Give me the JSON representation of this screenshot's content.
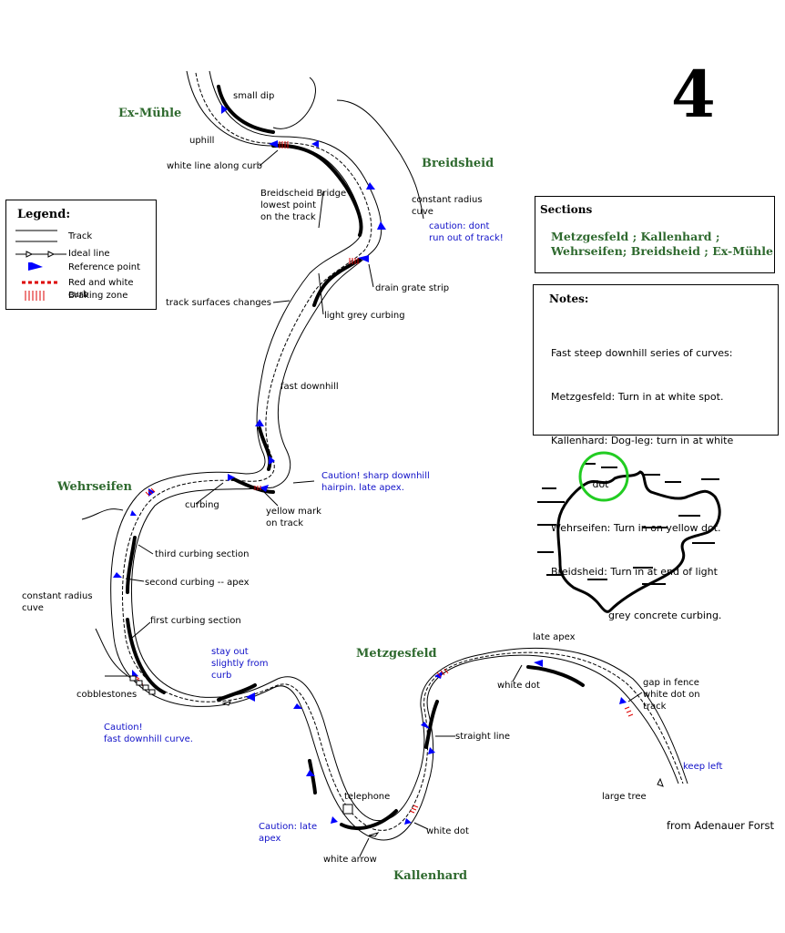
{
  "page_number": "4",
  "section_labels": {
    "ex_muhle": "Ex-Mühle",
    "breidsheid": "Breidsheid",
    "wehrseifen": "Wehrseifen",
    "metzgesfeld": "Metzgesfeld",
    "kallenhard": "Kallenhard"
  },
  "legend": {
    "title": "Legend:",
    "items": [
      {
        "symbol": "track-lines",
        "label": "Track"
      },
      {
        "symbol": "ideal-line",
        "label": "Ideal line"
      },
      {
        "symbol": "reference-point",
        "label": "Reference point"
      },
      {
        "symbol": "red-white-curb",
        "label": "Red and white curb"
      },
      {
        "symbol": "braking-zone",
        "label": "Braking zone"
      }
    ]
  },
  "sections_box": {
    "title": "Sections",
    "line1": "Metzgesfeld ; Kallenhard ;",
    "line2": "Wehrseifen; Breidsheid ; Ex-Mühle"
  },
  "notes": {
    "title": "Notes:",
    "lines": [
      "Fast steep downhill series of curves:",
      "Metzgesfeld: Turn in at white spot.",
      "Kallenhard: Dog-leg: turn in at white",
      "             dot",
      "Wehrseifen: Turn in on yellow dot.",
      "Breidsheid: Turn in at end of light",
      "                  grey concrete curbing."
    ]
  },
  "annotations": {
    "small_dip": "small dip",
    "uphill": "uphill",
    "white_line_along_curb": "white line along curb",
    "breidscheid_bridge": "Breidscheid Bridge\nlowest point\non the track",
    "constant_radius_top": "constant radius\ncuve",
    "caution_dont_run_out": "caution: dont\nrun out of track!",
    "drain_grate_strip": "drain grate strip",
    "track_surfaces_changes": "track surfaces changes",
    "light_grey_curbing": "light grey curbing",
    "fast_downhill": "fast downhill",
    "caution_sharp_hairpin": "Caution! sharp downhill\nhairpin. late apex.",
    "curbing": "curbing",
    "yellow_mark": "yellow mark\non track",
    "third_curbing": "third curbing section",
    "second_curbing": "second curbing -- apex",
    "constant_radius_left": "constant radius\ncuve",
    "first_curbing": "first curbing section",
    "stay_out": "stay out\nslightly from\ncurb",
    "cobblestones": "cobblestones",
    "caution_fast_downhill": "Caution!\nfast downhill curve.",
    "late_apex_top": "late apex",
    "white_dot_metz": "white dot",
    "gap_in_fence": "gap in fence\nwhite dot on\ntrack",
    "straight_line": "straight line",
    "keep_left": "keep left",
    "large_tree": "large tree",
    "telephone": "telephone",
    "caution_late_apex": "Caution: late\napex",
    "white_dot_kall": "white dot",
    "white_arrow": "white arrow",
    "from_adenauer_forst": "from Adenauer Forst"
  },
  "colors": {
    "section_green": "#2f6a2f",
    "caution_blue": "#1010c8",
    "reference_blue": "#0000ff",
    "curb_red": "#dd0000",
    "highlight_circle": "#22cc22"
  },
  "overview_map": {
    "highlight": "green circle around current section"
  }
}
